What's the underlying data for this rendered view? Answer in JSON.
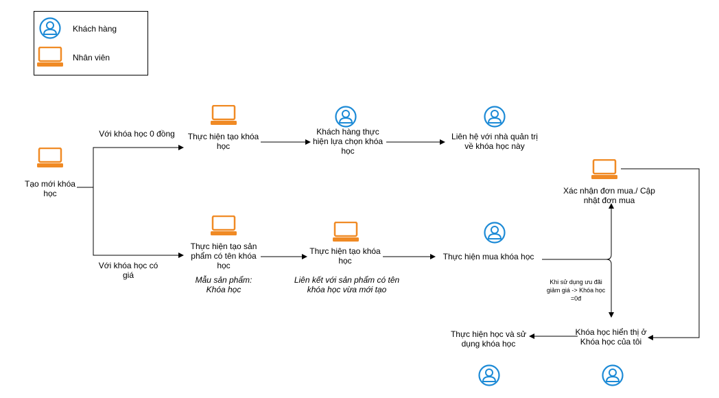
{
  "legend": {
    "customer": "Khách hàng",
    "staff": "Nhân viên"
  },
  "colors": {
    "customer_icon": "#1c8ad6",
    "staff_icon": "#f08a24",
    "line": "#000000"
  },
  "nodes": {
    "create_course": "Tạo mới khóa học",
    "create_free_course": "Thực hiện tạo khóa học",
    "customer_select": "Khách hàng thực hiện lựa chọn khóa học",
    "contact_admin": "Liên hệ với nhà quản trị về khóa học này",
    "create_product": "Thực hiện tạo sản phẩm có tên khóa học",
    "product_template": "Mẫu sản phẩm: Khóa học",
    "create_paid_course": "Thực hiện tạo khóa học",
    "link_product_note": "Liên kết với sản phẩm có tên khóa học vừa mới tạo",
    "buy_course": "Thực hiện mua khóa học",
    "confirm_order": "Xác nhận đơn mua./ Cập nhật đơn mua",
    "my_courses": "Khóa học hiển thị ở Khóa học của tôi",
    "study_course": "Thực hiện học và sử dụng khóa học"
  },
  "edges": {
    "free_branch": "Với khóa học 0 đồng",
    "paid_branch": "Với khóa học có giá",
    "discount_note": "Khi sử dụng ưu đãi giảm giá -> Khóa học =0đ"
  }
}
